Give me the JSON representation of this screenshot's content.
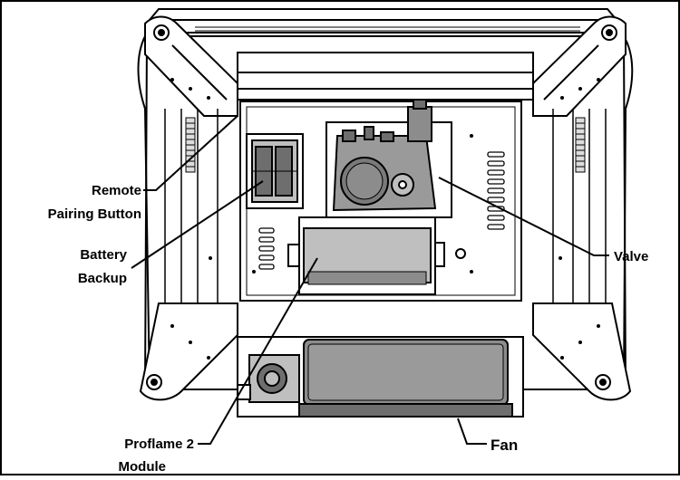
{
  "labels": {
    "remote_line1": "Remote",
    "remote_line2": "Pairing Button",
    "battery_line1": "Battery",
    "battery_line2": "Backup",
    "valve": "Valve",
    "proflame_line1": "Proflame 2",
    "proflame_line2": "Module",
    "fan": "Fan"
  },
  "colors": {
    "line": "#000000",
    "metal": "#ffffff",
    "shade": "#bfbfbf",
    "dark": "#6e6e6e"
  }
}
